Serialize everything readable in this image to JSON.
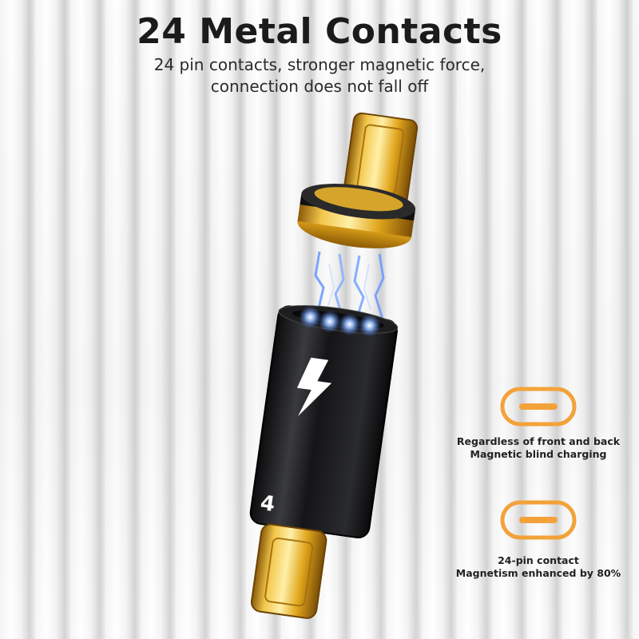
{
  "header": {
    "title": "24 Metal Contacts",
    "subtitle_line1": "24 pin contacts, stronger magnetic force,",
    "subtitle_line2": "connection does not fall off"
  },
  "product": {
    "adapter_number": "4",
    "icon": "lightning-bolt-icon"
  },
  "features": [
    {
      "icon": "usb-c-port-icon",
      "line1": "Regardless of front and back",
      "line2": "Magnetic blind charging"
    },
    {
      "icon": "usb-c-port-icon",
      "line1": "24-pin contact",
      "line2": "Magnetism enhanced by 80%"
    }
  ],
  "colors": {
    "accent_orange": "#f3a23a",
    "gold": "#d9a21a",
    "adapter_body": "#1c1c1e",
    "magnetic_glow": "#6aa0ff"
  }
}
